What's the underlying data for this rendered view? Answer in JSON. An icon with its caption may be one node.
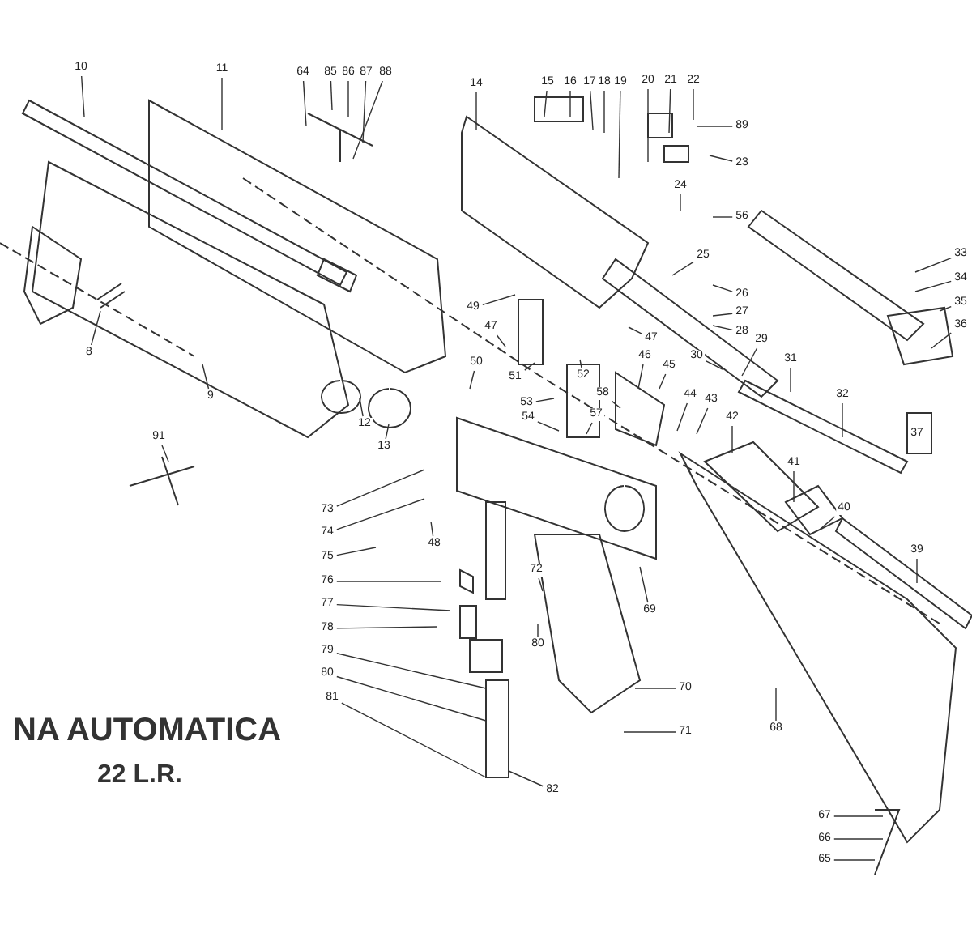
{
  "diagram": {
    "nodes": [
      {
        "text": [
          "10"
        ]
      },
      {
        "text": [
          "11"
        ]
      },
      {
        "text": [
          "64"
        ]
      },
      {
        "text": [
          "85"
        ]
      },
      {
        "text": [
          "86"
        ]
      },
      {
        "text": [
          "87"
        ]
      },
      {
        "text": [
          "88"
        ]
      },
      {
        "text": [
          "14"
        ]
      },
      {
        "text": [
          "15"
        ]
      },
      {
        "text": [
          "16"
        ]
      },
      {
        "text": [
          "17"
        ]
      },
      {
        "text": [
          "18"
        ]
      },
      {
        "text": [
          "19"
        ]
      },
      {
        "text": [
          "20"
        ]
      },
      {
        "text": [
          "21"
        ]
      },
      {
        "text": [
          "22"
        ]
      },
      {
        "text": [
          "89"
        ]
      },
      {
        "text": [
          "23"
        ]
      },
      {
        "text": [
          "24"
        ]
      },
      {
        "text": [
          "56"
        ]
      },
      {
        "text": [
          "25"
        ]
      },
      {
        "text": [
          "26"
        ]
      },
      {
        "text": [
          "27"
        ]
      },
      {
        "text": [
          "28"
        ]
      },
      {
        "text": [
          "29"
        ]
      },
      {
        "text": [
          "30"
        ]
      },
      {
        "text": [
          "31"
        ]
      },
      {
        "text": [
          "32"
        ]
      },
      {
        "text": [
          "33"
        ]
      },
      {
        "text": [
          "34"
        ]
      },
      {
        "text": [
          "35"
        ]
      },
      {
        "text": [
          "36"
        ]
      },
      {
        "text": [
          "37"
        ]
      },
      {
        "text": [
          "49"
        ]
      },
      {
        "text": [
          "47"
        ]
      },
      {
        "text": [
          "50"
        ]
      },
      {
        "text": [
          "51"
        ]
      },
      {
        "text": [
          "52"
        ]
      },
      {
        "text": [
          "47"
        ]
      },
      {
        "text": [
          "46"
        ]
      },
      {
        "text": [
          "45"
        ]
      },
      {
        "text": [
          "44"
        ]
      },
      {
        "text": [
          "43"
        ]
      },
      {
        "text": [
          "42"
        ]
      },
      {
        "text": [
          "53"
        ]
      },
      {
        "text": [
          "54"
        ]
      },
      {
        "text": [
          "57"
        ]
      },
      {
        "text": [
          "58"
        ]
      },
      {
        "text": [
          "41"
        ]
      },
      {
        "text": [
          "40"
        ]
      },
      {
        "text": [
          "39"
        ]
      },
      {
        "text": [
          "73"
        ]
      },
      {
        "text": [
          "74"
        ]
      },
      {
        "text": [
          "75"
        ]
      },
      {
        "text": [
          "48"
        ]
      },
      {
        "text": [
          "76"
        ]
      },
      {
        "text": [
          "77"
        ]
      },
      {
        "text": [
          "78"
        ]
      },
      {
        "text": [
          "79"
        ]
      },
      {
        "text": [
          "80"
        ]
      },
      {
        "text": [
          "81"
        ]
      },
      {
        "text": [
          "72"
        ]
      },
      {
        "text": [
          "80"
        ]
      },
      {
        "text": [
          "82"
        ]
      },
      {
        "text": [
          "69"
        ]
      },
      {
        "text": [
          "70"
        ]
      },
      {
        "text": [
          "71"
        ]
      },
      {
        "text": [
          "68"
        ]
      },
      {
        "text": [
          "67"
        ]
      },
      {
        "text": [
          "66"
        ]
      },
      {
        "text": [
          "65"
        ]
      },
      {
        "text": [
          "9"
        ]
      },
      {
        "text": [
          "8"
        ]
      },
      {
        "text": [
          "12"
        ]
      },
      {
        "text": [
          "13"
        ]
      },
      {
        "text": [
          "91"
        ]
      }
    ],
    "edges": [
      {
        "from": 0,
        "to": null,
        "arrow": "none"
      },
      {
        "from": 1,
        "to": null,
        "arrow": "none"
      },
      {
        "from": 2,
        "to": null,
        "arrow": "none"
      },
      {
        "from": 3,
        "to": null,
        "arrow": "none"
      },
      {
        "from": 4,
        "to": null,
        "arrow": "none"
      },
      {
        "from": 5,
        "to": null,
        "arrow": "none"
      },
      {
        "from": 6,
        "to": null,
        "arrow": "none"
      },
      {
        "from": 7,
        "to": null,
        "arrow": "none"
      },
      {
        "from": 8,
        "to": null,
        "arrow": "none"
      },
      {
        "from": 9,
        "to": null,
        "arrow": "none"
      },
      {
        "from": 10,
        "to": null,
        "arrow": "none"
      },
      {
        "from": 11,
        "to": null,
        "arrow": "none"
      },
      {
        "from": 12,
        "to": null,
        "arrow": "none"
      },
      {
        "from": 13,
        "to": null,
        "arrow": "none"
      },
      {
        "from": 14,
        "to": null,
        "arrow": "none"
      },
      {
        "from": 15,
        "to": null,
        "arrow": "none"
      },
      {
        "from": 16,
        "to": null,
        "arrow": "none"
      },
      {
        "from": 17,
        "to": null,
        "arrow": "none"
      },
      {
        "from": 18,
        "to": null,
        "arrow": "none"
      },
      {
        "from": 19,
        "to": null,
        "arrow": "none"
      },
      {
        "from": 20,
        "to": null,
        "arrow": "none"
      },
      {
        "from": 21,
        "to": null,
        "arrow": "none"
      },
      {
        "from": 22,
        "to": null,
        "arrow": "none"
      },
      {
        "from": 23,
        "to": null,
        "arrow": "none"
      },
      {
        "from": 24,
        "to": null,
        "arrow": "none"
      },
      {
        "from": 25,
        "to": null,
        "arrow": "none"
      },
      {
        "from": 26,
        "to": null,
        "arrow": "none"
      },
      {
        "from": 27,
        "to": null,
        "arrow": "none"
      },
      {
        "from": 28,
        "to": null,
        "arrow": "none"
      },
      {
        "from": 29,
        "to": null,
        "arrow": "none"
      },
      {
        "from": 30,
        "to": null,
        "arrow": "none"
      },
      {
        "from": 31,
        "to": null,
        "arrow": "none"
      },
      {
        "from": 33,
        "to": null,
        "arrow": "none"
      },
      {
        "from": 34,
        "to": null,
        "arrow": "none"
      },
      {
        "from": 35,
        "to": null,
        "arrow": "none"
      },
      {
        "from": 36,
        "to": null,
        "arrow": "none"
      },
      {
        "from": 37,
        "to": null,
        "arrow": "none"
      },
      {
        "from": 38,
        "to": null,
        "arrow": "none"
      },
      {
        "from": 39,
        "to": null,
        "arrow": "none"
      },
      {
        "from": 40,
        "to": null,
        "arrow": "none"
      },
      {
        "from": 41,
        "to": null,
        "arrow": "none"
      },
      {
        "from": 42,
        "to": null,
        "arrow": "none"
      },
      {
        "from": 43,
        "to": null,
        "arrow": "none"
      },
      {
        "from": 44,
        "to": null,
        "arrow": "none"
      },
      {
        "from": 45,
        "to": null,
        "arrow": "none"
      },
      {
        "from": 46,
        "to": null,
        "arrow": "none"
      },
      {
        "from": 47,
        "to": null,
        "arrow": "none"
      },
      {
        "from": 48,
        "to": null,
        "arrow": "none"
      },
      {
        "from": 49,
        "to": null,
        "arrow": "none"
      },
      {
        "from": 50,
        "to": null,
        "arrow": "none"
      },
      {
        "from": 51,
        "to": null,
        "arrow": "none"
      },
      {
        "from": 52,
        "to": null,
        "arrow": "none"
      },
      {
        "from": 53,
        "to": null,
        "arrow": "none"
      },
      {
        "from": 54,
        "to": null,
        "arrow": "none"
      },
      {
        "from": 55,
        "to": null,
        "arrow": "none"
      },
      {
        "from": 56,
        "to": null,
        "arrow": "none"
      },
      {
        "from": 57,
        "to": null,
        "arrow": "none"
      },
      {
        "from": 58,
        "to": null,
        "arrow": "none"
      },
      {
        "from": 59,
        "to": null,
        "arrow": "none"
      },
      {
        "from": 60,
        "to": null,
        "arrow": "none"
      },
      {
        "from": 61,
        "to": null,
        "arrow": "none"
      },
      {
        "from": 62,
        "to": null,
        "arrow": "none"
      },
      {
        "from": 63,
        "to": null,
        "arrow": "none"
      },
      {
        "from": 64,
        "to": null,
        "arrow": "none"
      },
      {
        "from": 65,
        "to": null,
        "arrow": "none"
      },
      {
        "from": 66,
        "to": null,
        "arrow": "none"
      },
      {
        "from": 67,
        "to": null,
        "arrow": "none"
      },
      {
        "from": 68,
        "to": null,
        "arrow": "none"
      },
      {
        "from": 69,
        "to": null,
        "arrow": "none"
      },
      {
        "from": 70,
        "to": null,
        "arrow": "none"
      },
      {
        "from": 71,
        "to": null,
        "arrow": "none"
      },
      {
        "from": 72,
        "to": null,
        "arrow": "none"
      },
      {
        "from": 73,
        "to": null,
        "arrow": "none"
      },
      {
        "from": 74,
        "to": null,
        "arrow": "none"
      },
      {
        "from": 75,
        "to": null,
        "arrow": "none"
      }
    ],
    "labels": [
      "NA AUTOMATICA",
      "22 L.R."
    ]
  }
}
